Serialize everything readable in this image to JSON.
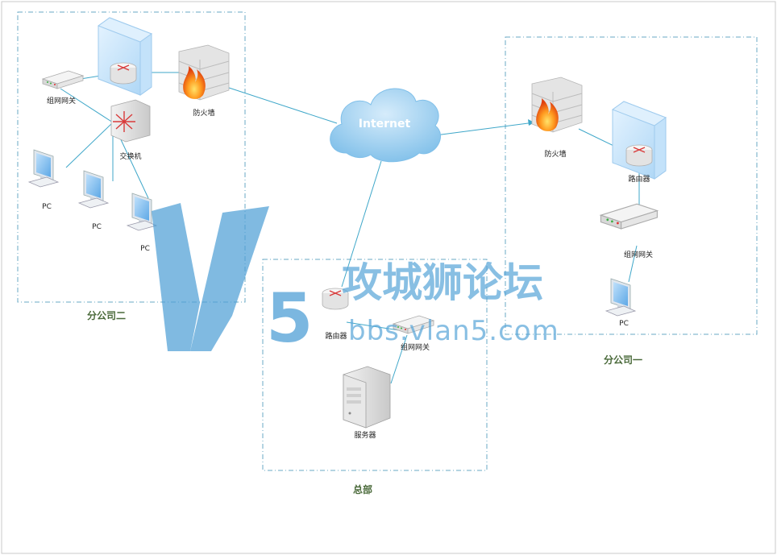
{
  "diagram": {
    "cloud_label": "Internet",
    "groups": {
      "branch_two": "分公司二",
      "branch_one": "分公司一",
      "headquarters": "总部"
    },
    "branch_two": {
      "gateway": "组网网关",
      "firewall": "防火墙",
      "switch": "交换机",
      "pc1": "PC",
      "pc2": "PC",
      "pc3": "PC"
    },
    "branch_one": {
      "firewall": "防火墙",
      "router": "路由器",
      "gateway": "组网网关",
      "pc": "PC"
    },
    "headquarters": {
      "router": "路由器",
      "gateway": "组网网关",
      "server": "服务器"
    },
    "colors": {
      "link": "#3fa7c9",
      "frame": "#6aa9c4",
      "cloud": "#8fc6ec",
      "watermark": "#5aa6d8"
    }
  },
  "watermark": {
    "title": "攻城狮论坛",
    "url": "bbs.vlan5.com",
    "logo_letter": "5"
  }
}
